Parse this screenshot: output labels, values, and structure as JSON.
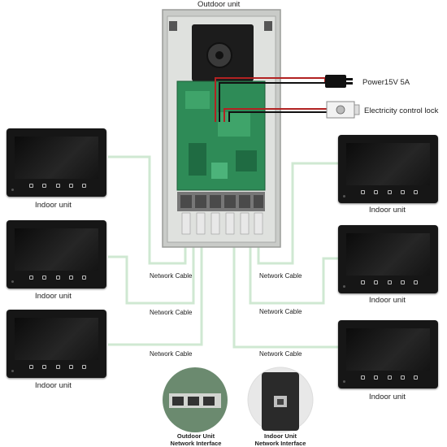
{
  "labels": {
    "outdoor_unit": "Outdoor unit",
    "power": "Power15V 5A",
    "lock": "Electricity control lock",
    "indoor_unit": "Indoor unit",
    "network_cable": "Network Cable",
    "outdoor_interface": "Outdoor Unit\nNetwork Interface",
    "indoor_interface": "Indoor Unit\nNetwork Interface"
  },
  "indoor_units_left": [
    "Indoor unit",
    "Indoor unit",
    "Indoor unit"
  ],
  "indoor_units_right": [
    "Indoor unit",
    "Indoor unit",
    "Indoor unit"
  ],
  "cables_left": [
    "Network Cable",
    "Network Cable",
    "Network Cable"
  ],
  "cables_right": [
    "Network Cable",
    "Network Cable",
    "Network Cable"
  ],
  "colors": {
    "cable": "#cfe8d2",
    "pcb": "#2e8b57",
    "frame": "#c9cbc8",
    "power_wire": "#b22222",
    "monitor": "#161616"
  }
}
